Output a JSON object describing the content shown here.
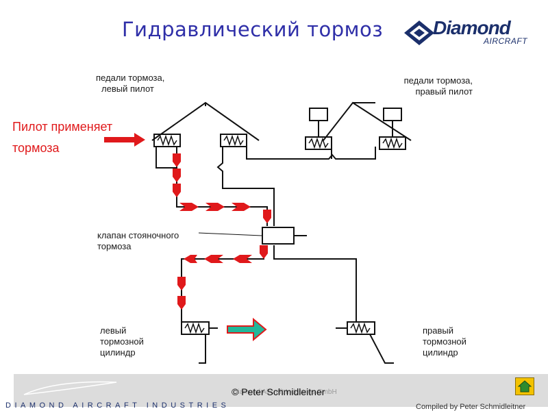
{
  "title": "Гидравлический тормоз",
  "logo": {
    "word": "Diamond",
    "sub": "AIRCRAFT"
  },
  "labels": {
    "left_pedals": [
      "педали тормоза,",
      "левый пилот"
    ],
    "right_pedals": [
      "педали тормоза,",
      "правый пилот"
    ],
    "parking_valve": [
      "клапан стояночного",
      "тормоза"
    ],
    "left_cylinder": [
      "левый",
      "тормозной",
      "цилиндр"
    ],
    "right_cylinder": [
      "правый",
      "тормозной",
      "цилиндр"
    ]
  },
  "pilot_text": [
    "Пилот применяет",
    "тормоза"
  ],
  "footer": {
    "copyright": "© Peter Schmidleitner",
    "ghost": "Diamond Aircraft Industries GmbH",
    "company": "DIAMOND AIRCRAFT INDUSTRIES",
    "compiled": "Compiled by Peter Schmidleitner"
  },
  "colors": {
    "flow": "#e0191b",
    "motion": "#21b89a",
    "title": "#2f2fa8",
    "brand": "#1b2f6b"
  },
  "icons": {
    "home": "home-icon"
  }
}
